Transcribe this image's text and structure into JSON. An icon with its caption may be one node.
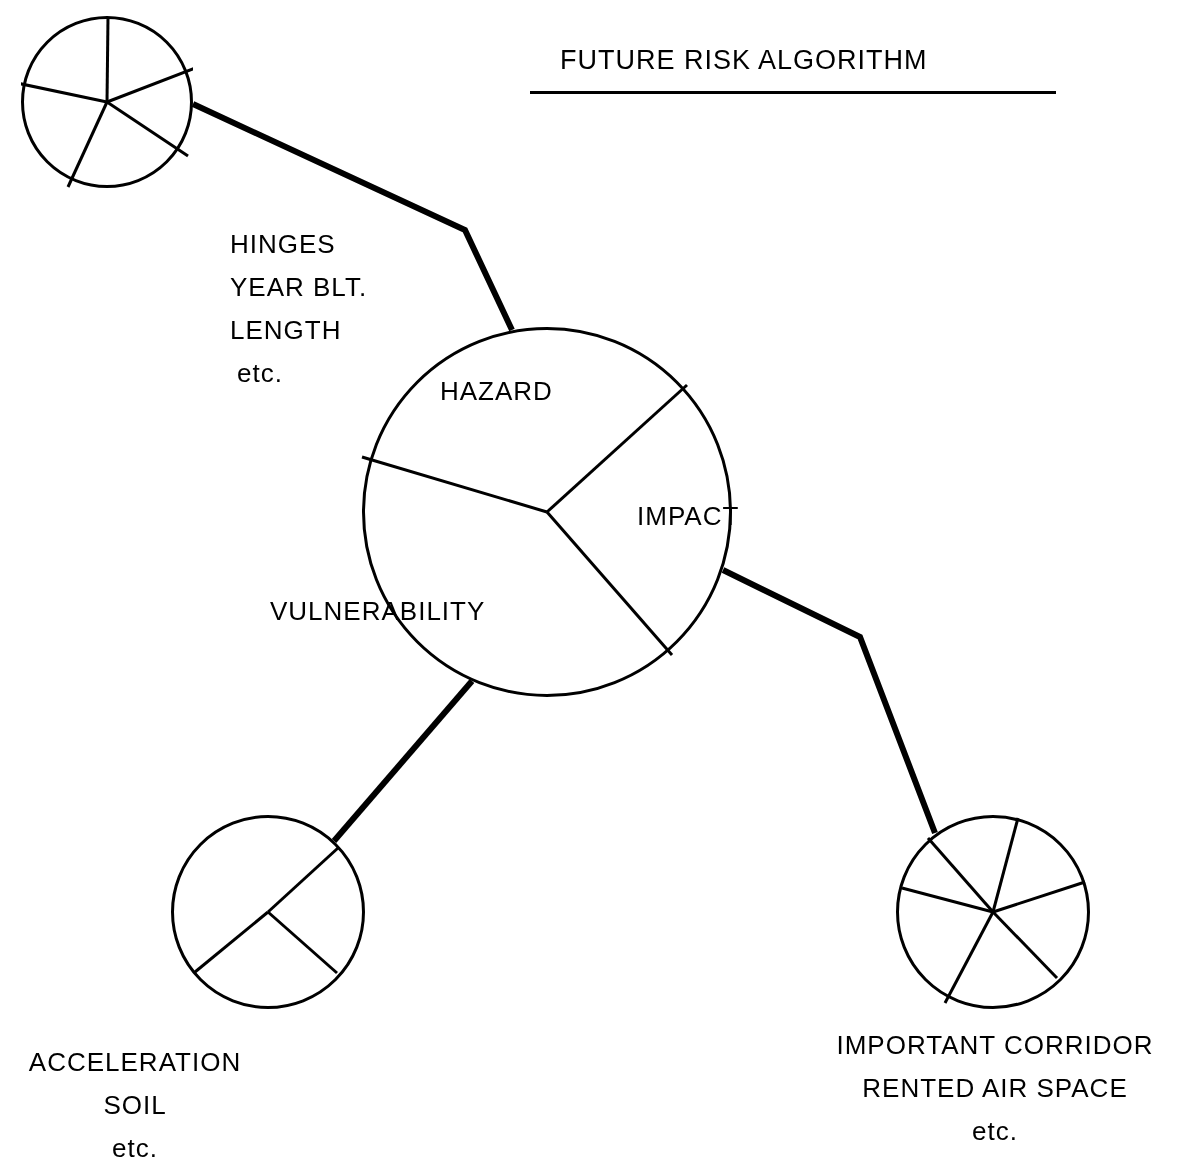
{
  "diagram": {
    "title": "FUTURE RISK ALGORITHM",
    "nodes": [
      {
        "text": [],
        "shape": "circle",
        "beside": [
          "HINGES",
          "YEAR BLT.",
          "LENGTH",
          "etc."
        ]
      },
      {
        "text": [
          "HAZARD",
          "IMPACT",
          "VULNERABILITY"
        ]
      },
      {
        "text": [],
        "shape": "circle",
        "beside": [
          "ACCELERATION",
          "SOIL",
          "etc."
        ]
      },
      {
        "text": [],
        "shape": "circle",
        "beside": [
          "IMPORTANT CORRIDOR",
          "RENTED AIR SPACE",
          "etc."
        ]
      }
    ],
    "edges": [
      {
        "from": 0,
        "to": 1,
        "arrow": "none"
      },
      {
        "from": 2,
        "to": 1,
        "arrow": "none"
      },
      {
        "from": 3,
        "to": 1,
        "arrow": "none"
      }
    ]
  }
}
